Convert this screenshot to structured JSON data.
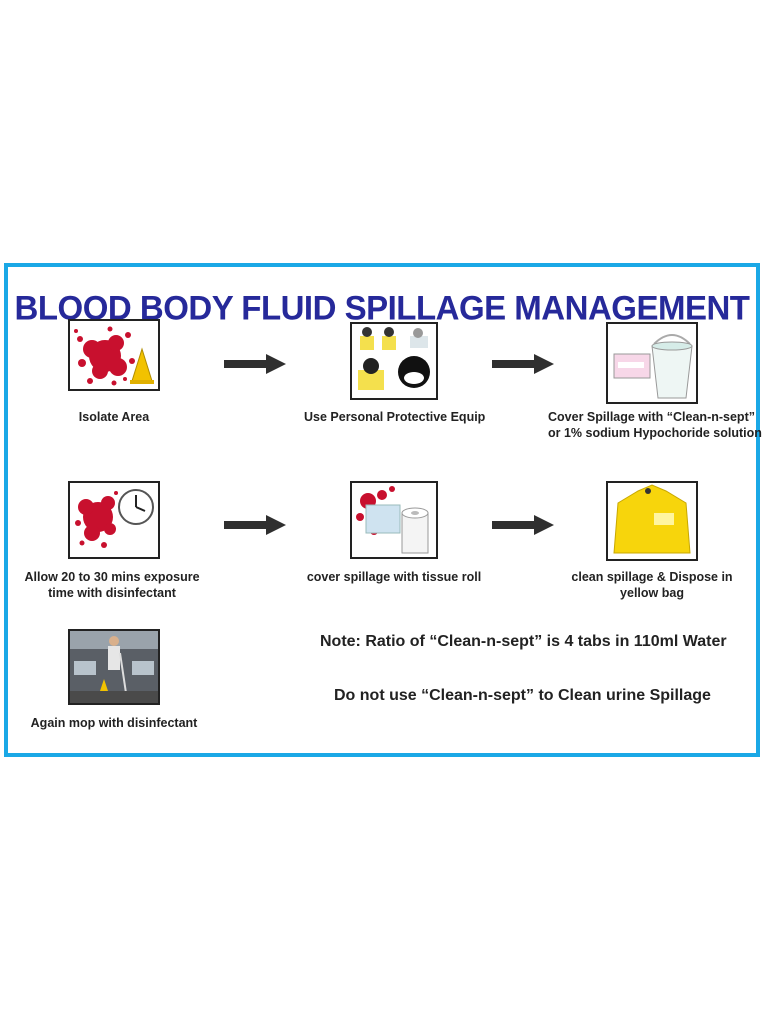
{
  "title": "BLOOD BODY FLUID SPILLAGE MANAGEMENT",
  "steps": [
    {
      "caption": "Isolate Area",
      "icon": "blood-splatter-wet-floor-icon"
    },
    {
      "caption": "Use Personal Protective Equip",
      "icon": "ppe-icon"
    },
    {
      "caption_line1": "Cover Spillage with “Clean-n-sept”",
      "caption_line2": "or 1% sodium Hypochoride solution",
      "icon": "bucket-icon"
    },
    {
      "caption_line1": "Allow 20 to 30 mins exposure",
      "caption_line2": "time with disinfectant",
      "icon": "clock-icon"
    },
    {
      "caption": "cover spillage with tissue roll",
      "icon": "tissue-roll-icon"
    },
    {
      "caption_line1": "clean spillage & Dispose in",
      "caption_line2": "yellow bag",
      "icon": "yellow-bag-icon"
    },
    {
      "caption": "Again mop with disinfectant",
      "icon": "mop-icon"
    }
  ],
  "notes": {
    "ratio": "Note: Ratio of “Clean-n-sept” is 4 tabs in 110ml Water",
    "warning": "Do not use “Clean-n-sept” to Clean urine Spillage"
  },
  "colors": {
    "border": "#1aa8e6",
    "title": "#26299a",
    "blood": "#c8102e",
    "arrow": "#2f2f2f"
  }
}
